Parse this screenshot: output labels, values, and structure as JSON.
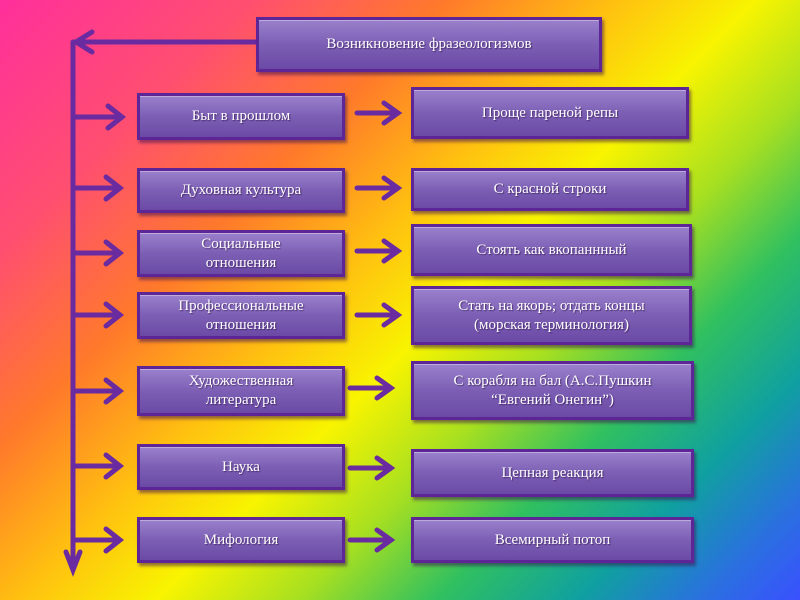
{
  "title": "Возникновение фразеологизмов",
  "rows": [
    {
      "source": "Быт в прошлом",
      "example": "Проще пареной репы"
    },
    {
      "source": "Духовная культура",
      "example": "С красной строки"
    },
    {
      "source": "Социальные\nотношения",
      "example": "Стоять как вкопаннный"
    },
    {
      "source": "Профессиональные\nотношения",
      "example": "Стать на якорь;  отдать концы\n(морская терминология)"
    },
    {
      "source": "Художественная\nлитература",
      "example": "С корабля на бал (А.С.Пушкин\n“Евгений Онегин”)"
    },
    {
      "source": "Наука",
      "example": "Цепная реакция"
    },
    {
      "source": "Мифология",
      "example": "Всемирный потоп"
    }
  ],
  "colors": {
    "box": "#7c5fb4",
    "border": "#5e2596",
    "connector": "#6a2aa0"
  }
}
